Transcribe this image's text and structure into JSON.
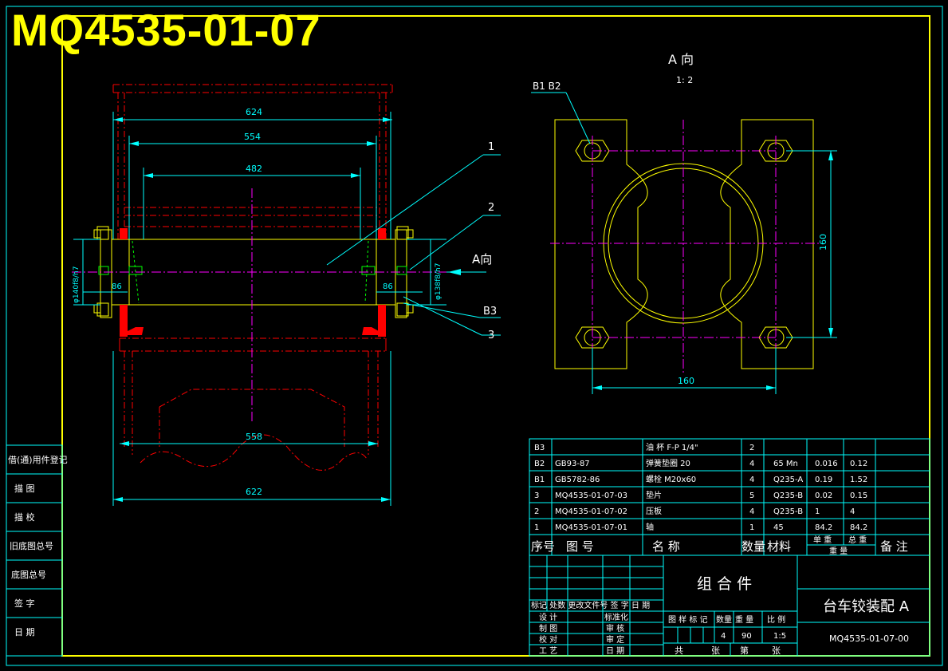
{
  "drawing_number_banner": "MQ4535-01-07",
  "colors": {
    "background": "#000000",
    "frame": "#ffff00",
    "dimension": "#00ffff",
    "centerline": "#ff00ff",
    "hidden": "#ff0000",
    "outline": "#ffff00",
    "table_text": "#ffffff"
  },
  "left_view": {
    "dims": {
      "d624": "624",
      "d554": "554",
      "d482": "482",
      "d558": "558",
      "d622": "622",
      "d86_left": "86",
      "d86_right": "86",
      "dia_left": "φ140f8/h7",
      "dia_right": "φ138f8/h7"
    },
    "callouts": {
      "c1": "1",
      "c2": "2",
      "c3": "3",
      "cB3": "B3",
      "arrow_label": "A向"
    }
  },
  "view_a": {
    "title": "A  向",
    "scale": "1: 2",
    "bolt_label": "B1  B2",
    "dim_160_h": "160",
    "dim_160_v": "160"
  },
  "parts_list": {
    "rows": [
      {
        "seq": "B3",
        "drawing": "",
        "name": "油 杯 F-P 1/4\"",
        "qty": "2",
        "material": "",
        "unit_w": "",
        "total_w": ""
      },
      {
        "seq": "B2",
        "drawing": "GB93-87",
        "name": "弹簧垫圈 20",
        "qty": "4",
        "material": "65 Mn",
        "unit_w": "0.016",
        "total_w": "0.12"
      },
      {
        "seq": "B1",
        "drawing": "GB5782-86",
        "name": "螺栓 M20x60",
        "qty": "4",
        "material": "Q235-A",
        "unit_w": "0.19",
        "total_w": "1.52"
      },
      {
        "seq": "3",
        "drawing": "MQ4535-01-07-03",
        "name": "垫片",
        "qty": "5",
        "material": "Q235-B",
        "unit_w": "0.02",
        "total_w": "0.15"
      },
      {
        "seq": "2",
        "drawing": "MQ4535-01-07-02",
        "name": "压板",
        "qty": "4",
        "material": "Q235-B",
        "unit_w": "1",
        "total_w": "4"
      },
      {
        "seq": "1",
        "drawing": "MQ4535-01-07-01",
        "name": "轴",
        "qty": "1",
        "material": "45",
        "unit_w": "84.2",
        "total_w": "84.2"
      }
    ],
    "header": {
      "seq": "序号",
      "drawing": "图       号",
      "name": "名        称",
      "qty": "数量",
      "material": "材料",
      "unit_w": "单 重",
      "total_w": "总 重",
      "weight": "重 量",
      "remark": "备  注"
    }
  },
  "title_block": {
    "category": "组  合  件",
    "drawing_name": "台车铰装配 A",
    "drawing_number": "MQ4535-01-07-00",
    "rev_header": "标记 处数  更改文件号  签  字 日 期",
    "roles_left": [
      "设  计",
      "制  图",
      "校  对",
      "工  艺"
    ],
    "roles_right": [
      "标准化",
      "审  核",
      "审  定",
      "日  期"
    ],
    "stage_header": [
      "图 样 标 记",
      "数量",
      "重 量",
      "比 例"
    ],
    "qty": "4",
    "weight": "90",
    "scale": "1:5",
    "sheet_total": "共",
    "sheet_total_unit": "张",
    "sheet_no": "第",
    "sheet_no_unit": "张"
  },
  "side_block": {
    "labels": [
      "借(通)用件登记",
      "描   图",
      "描   校",
      "旧底图总号",
      "底图总号",
      "签   字",
      "日   期"
    ]
  }
}
